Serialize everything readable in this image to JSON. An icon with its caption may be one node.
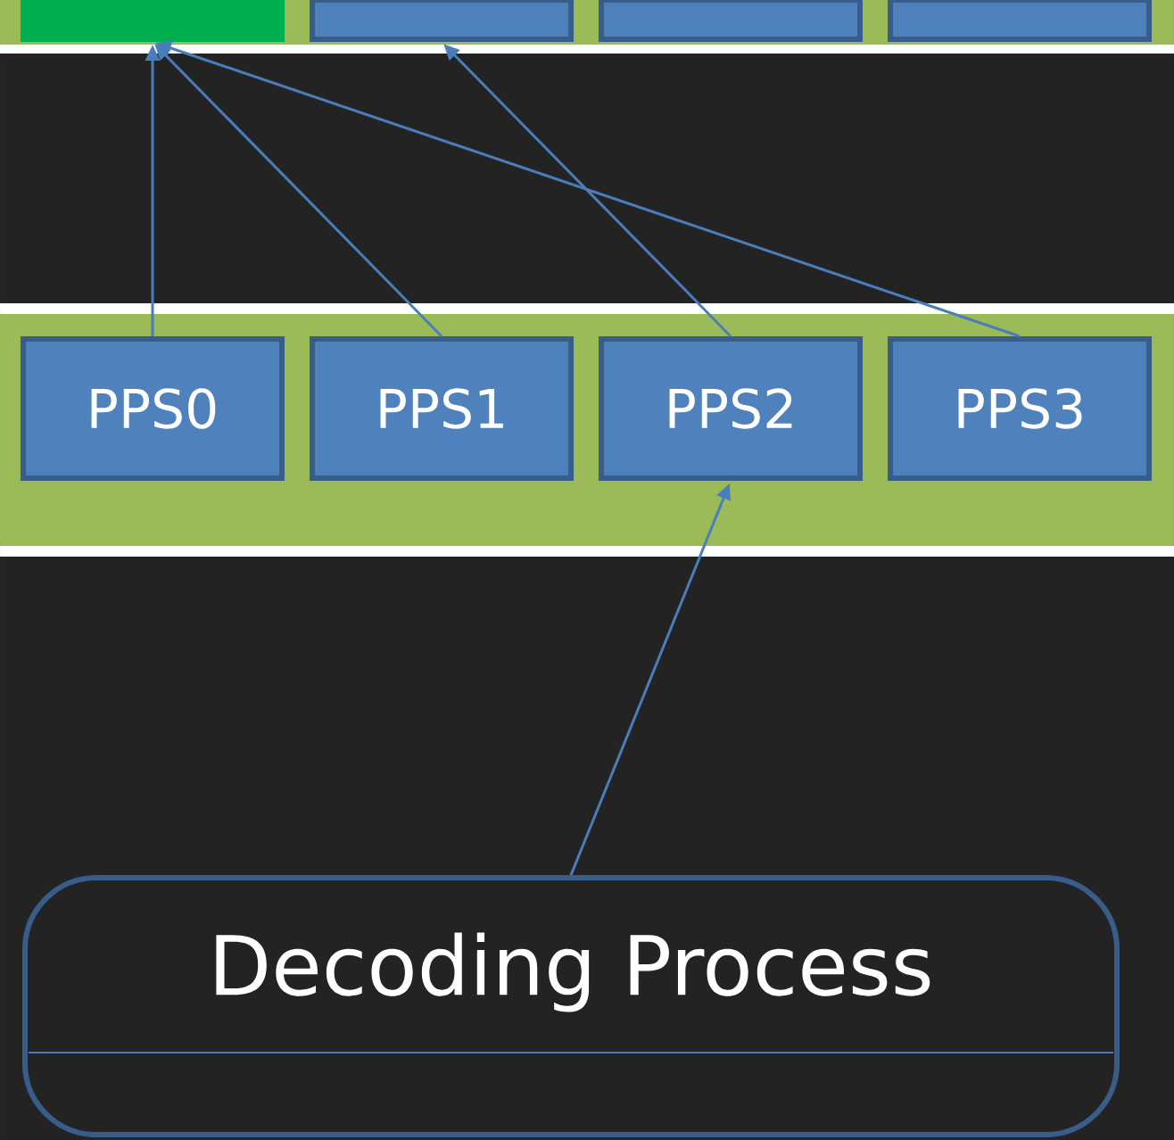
{
  "diagram": {
    "nodes": [
      {
        "text": [],
        "shape": "box"
      },
      {
        "text": [],
        "shape": "box"
      },
      {
        "text": [],
        "shape": "box"
      },
      {
        "text": [],
        "shape": "box"
      },
      {
        "text": [
          "PPS0"
        ]
      },
      {
        "text": [
          "PPS1"
        ]
      },
      {
        "text": [
          "PPS2"
        ]
      },
      {
        "text": [
          "PPS3"
        ]
      },
      {
        "text": [
          "Decoding Process"
        ]
      }
    ],
    "edges": [
      {
        "from": 4,
        "to": 0,
        "arrow": "to"
      },
      {
        "from": 5,
        "to": 0,
        "arrow": "to"
      },
      {
        "from": 6,
        "to": 1,
        "arrow": "to"
      },
      {
        "from": 7,
        "to": 0,
        "arrow": "to"
      },
      {
        "from": 8,
        "to": 6,
        "arrow": "to"
      }
    ]
  }
}
